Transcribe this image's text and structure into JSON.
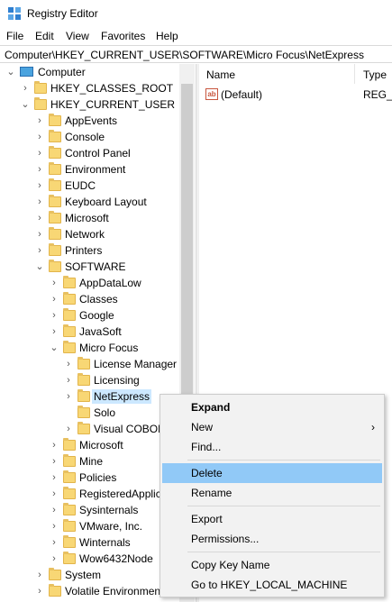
{
  "window": {
    "title": "Registry Editor"
  },
  "menu": [
    "File",
    "Edit",
    "View",
    "Favorites",
    "Help"
  ],
  "address": "Computer\\HKEY_CURRENT_USER\\SOFTWARE\\Micro Focus\\NetExpress",
  "tree": {
    "root": "Computer",
    "items": [
      {
        "label": "HKEY_CLASSES_ROOT",
        "expanded": false
      },
      {
        "label": "HKEY_CURRENT_USER",
        "expanded": true
      },
      {
        "label": "AppEvents",
        "expanded": false
      },
      {
        "label": "Console",
        "expanded": false
      },
      {
        "label": "Control Panel",
        "expanded": false
      },
      {
        "label": "Environment",
        "expanded": false
      },
      {
        "label": "EUDC",
        "expanded": false
      },
      {
        "label": "Keyboard Layout",
        "expanded": false
      },
      {
        "label": "Microsoft",
        "expanded": false
      },
      {
        "label": "Network",
        "expanded": false
      },
      {
        "label": "Printers",
        "expanded": false
      },
      {
        "label": "SOFTWARE",
        "expanded": true
      },
      {
        "label": "AppDataLow",
        "expanded": false
      },
      {
        "label": "Classes",
        "expanded": false
      },
      {
        "label": "Google",
        "expanded": false
      },
      {
        "label": "JavaSoft",
        "expanded": false
      },
      {
        "label": "Micro Focus",
        "expanded": true
      },
      {
        "label": "License Manager",
        "expanded": false
      },
      {
        "label": "Licensing",
        "expanded": false
      },
      {
        "label": "NetExpress",
        "expanded": false,
        "selected": true
      },
      {
        "label": "Solo",
        "expanded": false
      },
      {
        "label": "Visual COBOL",
        "expanded": false
      },
      {
        "label": "Microsoft",
        "expanded": false
      },
      {
        "label": "Mine",
        "expanded": false
      },
      {
        "label": "Policies",
        "expanded": false
      },
      {
        "label": "RegisteredApplic",
        "expanded": false
      },
      {
        "label": "Sysinternals",
        "expanded": false
      },
      {
        "label": "VMware, Inc.",
        "expanded": false
      },
      {
        "label": "Winternals",
        "expanded": false
      },
      {
        "label": "Wow6432Node",
        "expanded": false
      },
      {
        "label": "System",
        "expanded": false
      },
      {
        "label": "Volatile Environmen",
        "expanded": false
      }
    ]
  },
  "list": {
    "columns": [
      "Name",
      "Type"
    ],
    "rows": [
      {
        "name": "(Default)",
        "type": "REG_S"
      }
    ]
  },
  "context_menu": {
    "items": [
      {
        "label": "Expand",
        "bold": true
      },
      {
        "label": "New",
        "submenu": true
      },
      {
        "label": "Find..."
      },
      {
        "label": "Delete",
        "highlighted": true
      },
      {
        "label": "Rename"
      },
      {
        "label": "Export"
      },
      {
        "label": "Permissions..."
      },
      {
        "label": "Copy Key Name"
      },
      {
        "label": "Go to HKEY_LOCAL_MACHINE"
      }
    ]
  }
}
